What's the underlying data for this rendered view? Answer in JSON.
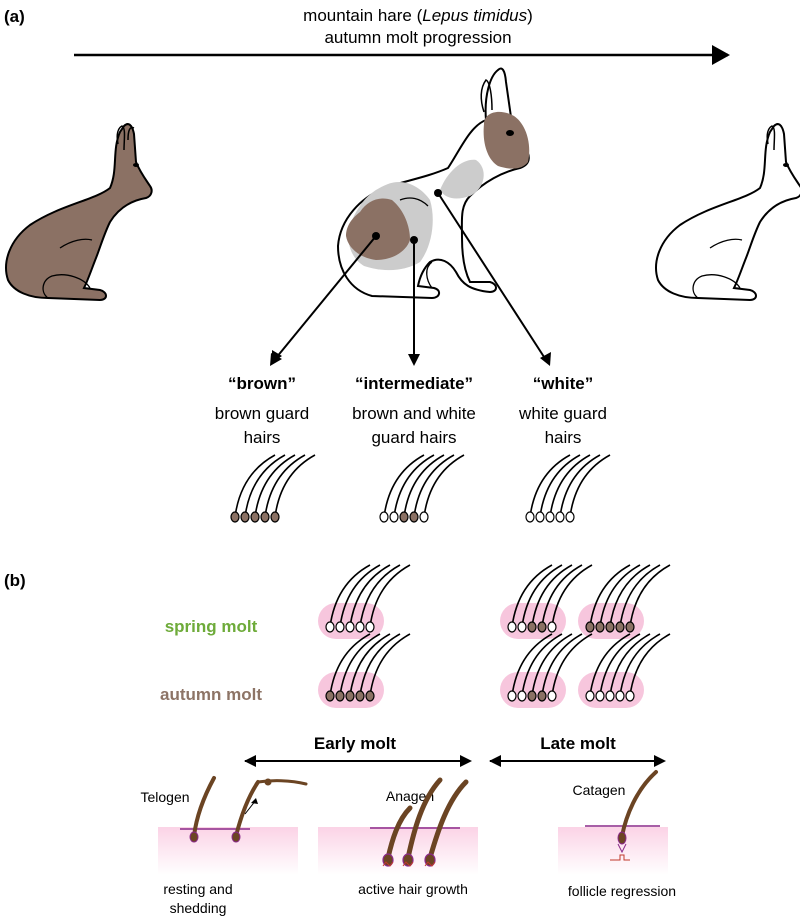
{
  "panel_a": {
    "label": "(a)",
    "title_line1_prefix": "mountain hare (",
    "title_line1_italic": "Lepus timidus",
    "title_line1_suffix": ")",
    "title_line2": "autumn molt progression",
    "categories": [
      {
        "name": "“brown”",
        "desc1": "brown guard",
        "desc2": "hairs"
      },
      {
        "name": "“intermediate”",
        "desc1": "brown and white",
        "desc2": "guard hairs"
      },
      {
        "name": "“white”",
        "desc1": "white guard",
        "desc2": "hairs"
      }
    ]
  },
  "panel_b": {
    "label": "(b)",
    "spring_label": "spring molt",
    "autumn_label": "autumn molt",
    "early_label": "Early molt",
    "late_label": "Late molt",
    "stages": [
      {
        "name": "Telogen",
        "desc1": "resting and",
        "desc2": "shedding"
      },
      {
        "name": "Anagen",
        "desc1": "active hair growth",
        "desc2": ""
      },
      {
        "name": "Catagen",
        "desc1": "follicle regression",
        "desc2": ""
      }
    ]
  },
  "colors": {
    "brown": "#8b7164",
    "light_gray": "#cccccc",
    "pink": "#f7c6dd",
    "green": "#6eab3a",
    "autumn_text": "#8d7466",
    "hair_brown": "#6b4423"
  }
}
